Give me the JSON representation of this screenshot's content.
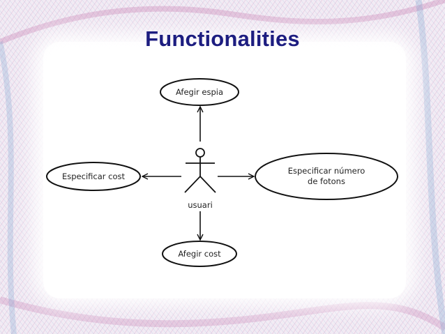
{
  "slide": {
    "title": "Functionalities"
  },
  "diagram": {
    "actor": {
      "label": "usuari"
    },
    "use_cases": {
      "top": {
        "label": "Afegir espia"
      },
      "left": {
        "label": "Especificar cost"
      },
      "right": {
        "line1": "Especificar número",
        "line2": "de fotons"
      },
      "bottom": {
        "label": "Afegir cost"
      }
    }
  },
  "colors": {
    "title": "#1d1d80",
    "stroke": "#111111",
    "card": "#ffffff",
    "pattern_pink": "#d9a3c8",
    "pattern_blue": "#8fb4d6"
  }
}
